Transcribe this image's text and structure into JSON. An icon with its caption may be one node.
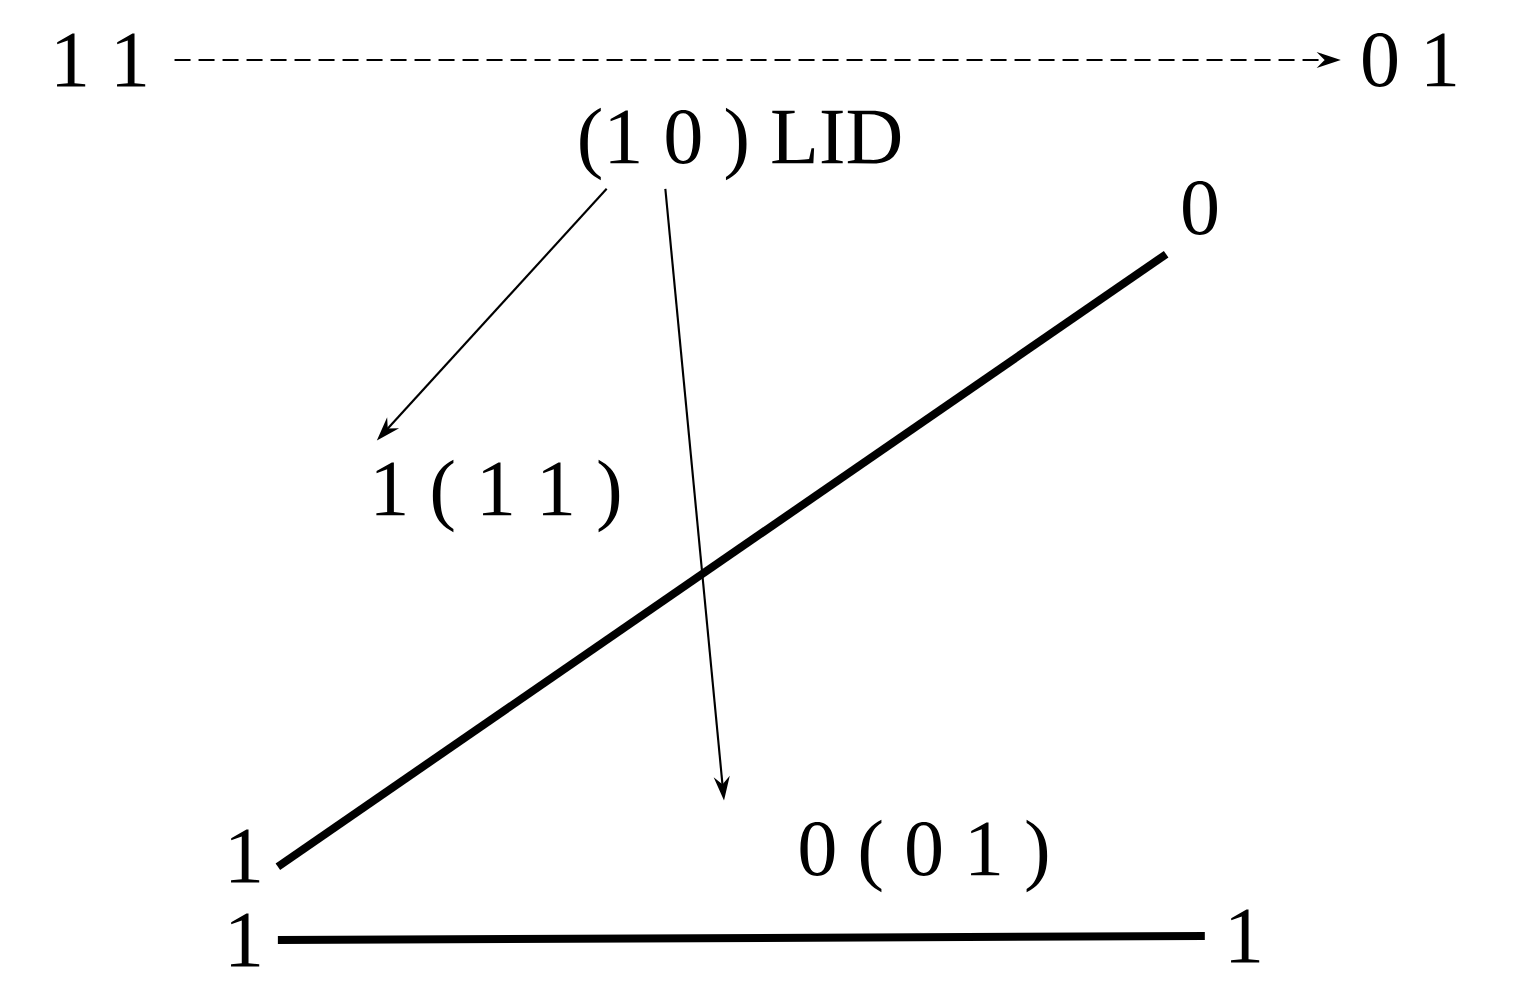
{
  "diagram": {
    "nodes": [
      {
        "text": [
          "1 1"
        ]
      },
      {
        "text": [
          "0 1"
        ]
      },
      {
        "text": [
          "(1 0 ) LID"
        ]
      },
      {
        "text": [
          "1 ( 1 1 )"
        ]
      },
      {
        "text": [
          "0"
        ]
      },
      {
        "text": [
          "0 ( 0 1 )"
        ]
      },
      {
        "text": [
          "1"
        ]
      },
      {
        "text": [
          "1"
        ]
      },
      {
        "text": [
          "1"
        ]
      }
    ],
    "edges": [
      {
        "from": 0,
        "to": 1,
        "arrow": "to",
        "style": "dashed"
      },
      {
        "from": 2,
        "to": 3,
        "arrow": "to"
      },
      {
        "from": 2,
        "to": 5,
        "arrow": "to"
      },
      {
        "from": 6,
        "to": 4,
        "arrow": "none",
        "style": "thick"
      },
      {
        "from": 7,
        "to": 8,
        "arrow": "none",
        "style": "thick"
      }
    ]
  }
}
